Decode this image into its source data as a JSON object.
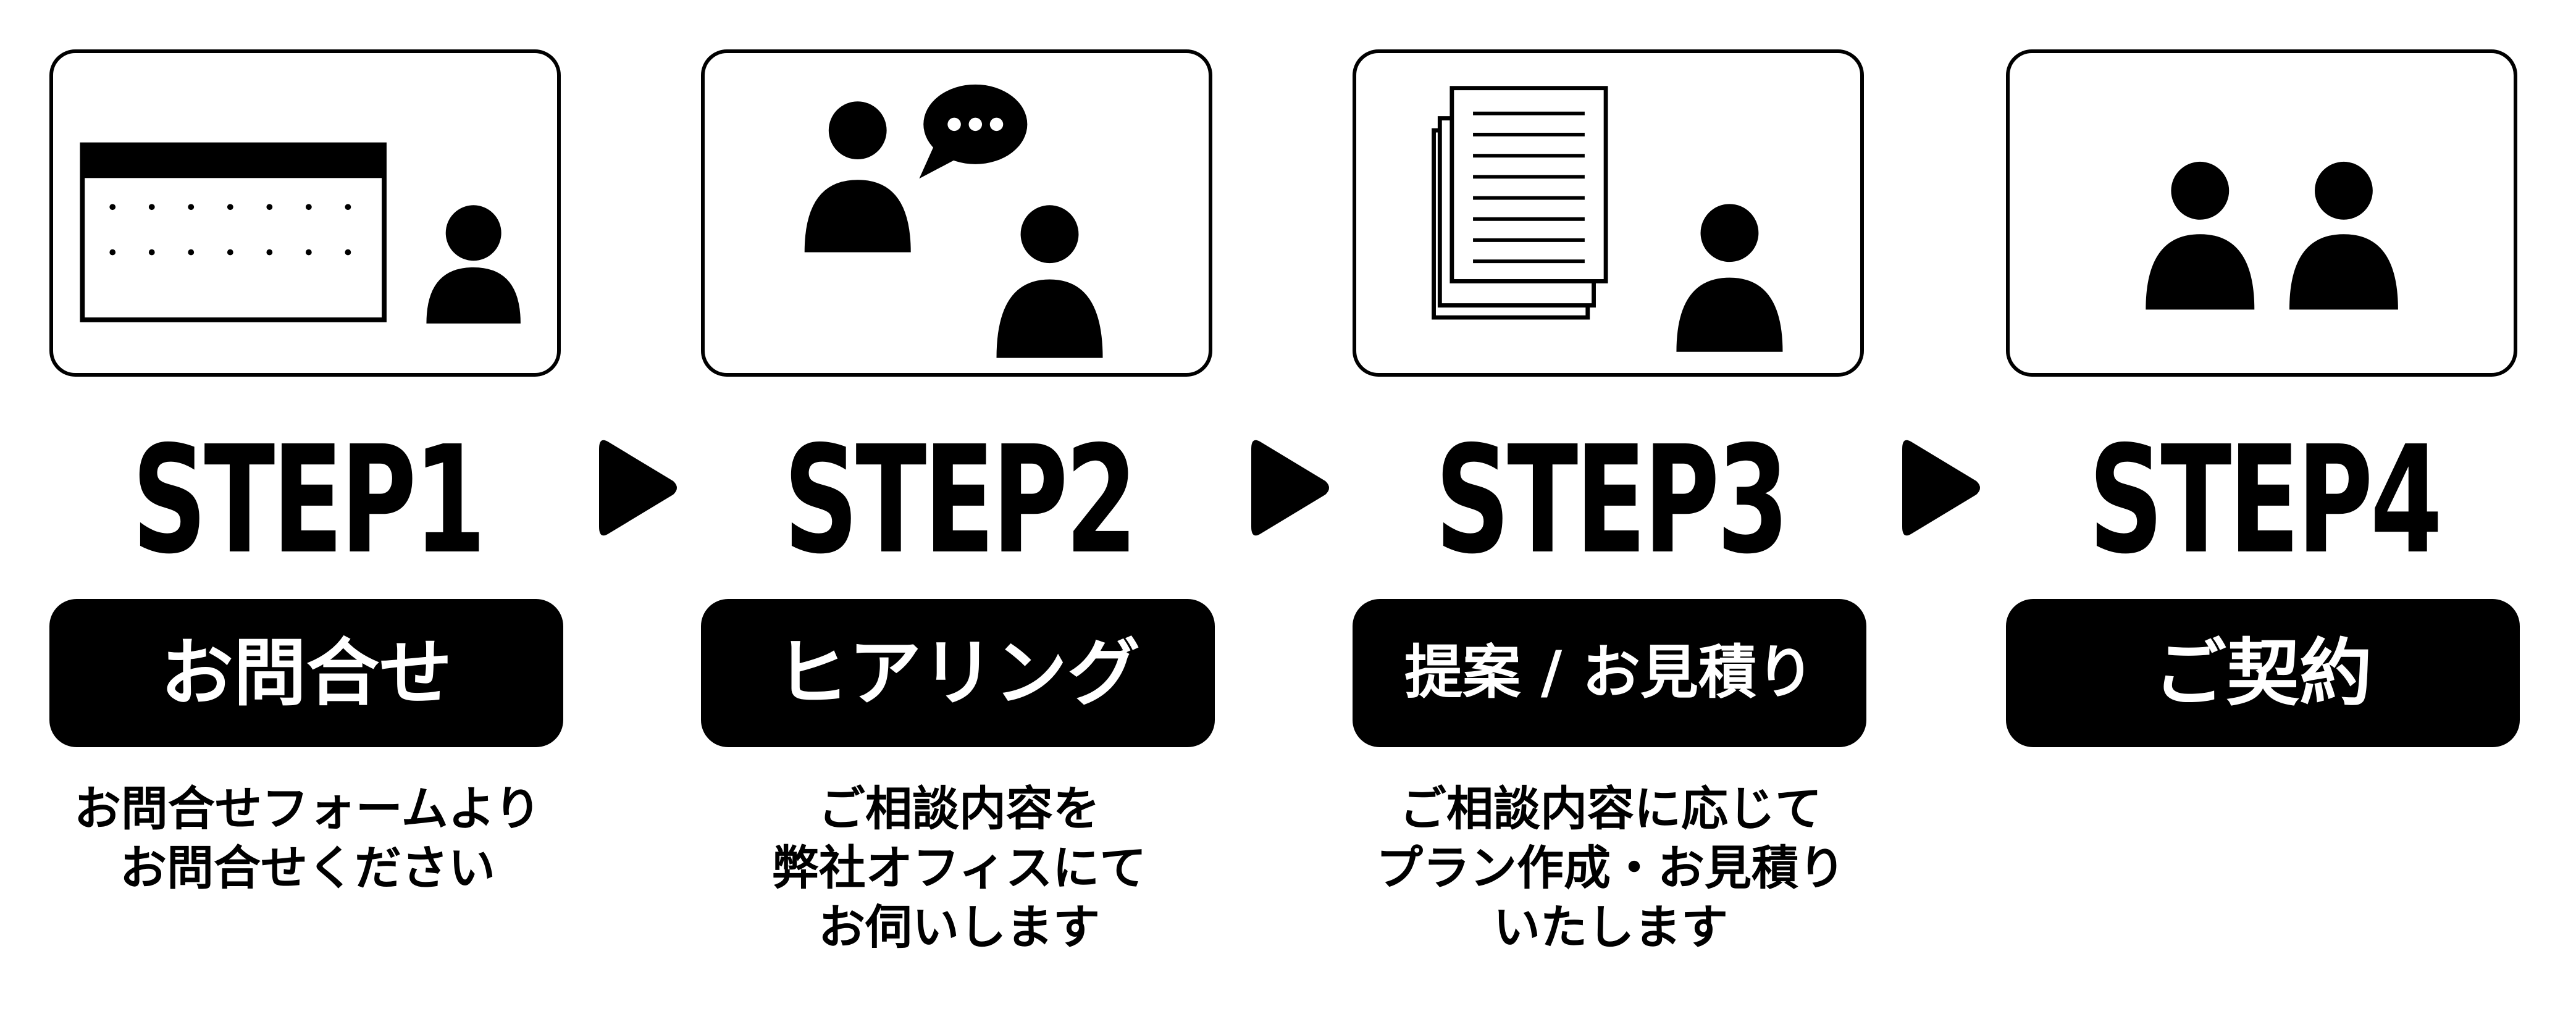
{
  "steps": [
    {
      "label": "STEP1",
      "title": "お問合せ",
      "desc": [
        "お問合せフォームより",
        "お問合せください"
      ],
      "icon": "calendar-person-icon"
    },
    {
      "label": "STEP2",
      "title": "ヒアリング",
      "desc": [
        "ご相談内容を",
        "弊社オフィスにて",
        "お伺いします"
      ],
      "icon": "two-people-chat-icon"
    },
    {
      "label": "STEP3",
      "title": "提案 / お見積り",
      "desc": [
        "ご相談内容に応じて",
        "プラン作成・お見積り",
        "いたします"
      ],
      "icon": "documents-person-icon"
    },
    {
      "label": "STEP4",
      "title": "ご契約",
      "desc": [],
      "icon": "two-people-icon"
    }
  ],
  "arrow_icon": "play-arrow-icon",
  "colors": {
    "ink": "#000000",
    "paper": "#ffffff"
  }
}
